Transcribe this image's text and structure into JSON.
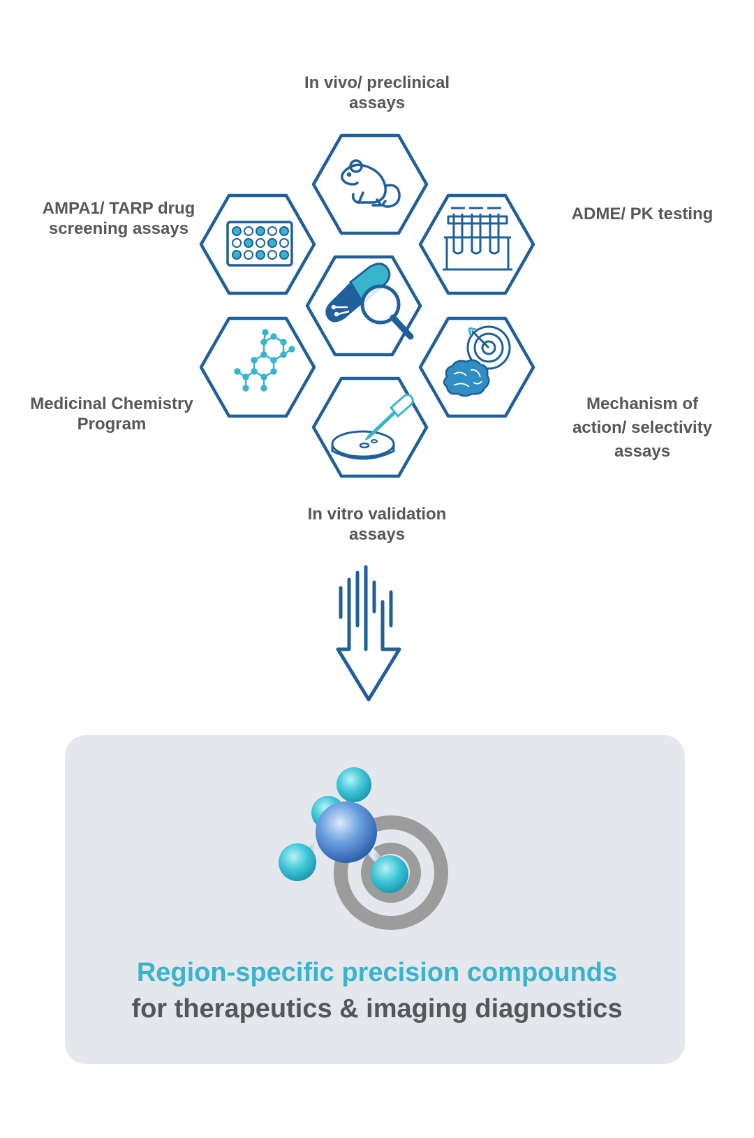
{
  "colors": {
    "hex_stroke": "#1f5f9a",
    "accent": "#38b5cc",
    "text": "#555759",
    "box_bg": "#e4e8ec",
    "target_gray": "#9c9c9c"
  },
  "labels": {
    "top": [
      "In vivo/ preclinical",
      "assays"
    ],
    "top_left": [
      "AMPA1/ TARP drug",
      "screening assays"
    ],
    "top_right": [
      "ADME/ PK testing"
    ],
    "bottom_left": [
      "Medicinal Chemistry",
      "Program"
    ],
    "bottom_right": [
      "Mechanism of",
      "action/  selectivity",
      "assays"
    ],
    "bottom": [
      "In vitro validation",
      "assays"
    ]
  },
  "icons": {
    "center": "capsule-magnifier-icon",
    "top": "mouse-icon",
    "top_left": "well-plate-icon",
    "top_right": "test-tubes-icon",
    "bottom_left": "molecule-icon",
    "bottom_right": "brain-target-icon",
    "bottom": "petri-dish-icon",
    "arrow": "down-arrow-icon",
    "result": "molecule-target-icon"
  },
  "result": {
    "title": "Region-specific precision compounds",
    "subtitle": "for therapeutics & imaging diagnostics"
  }
}
